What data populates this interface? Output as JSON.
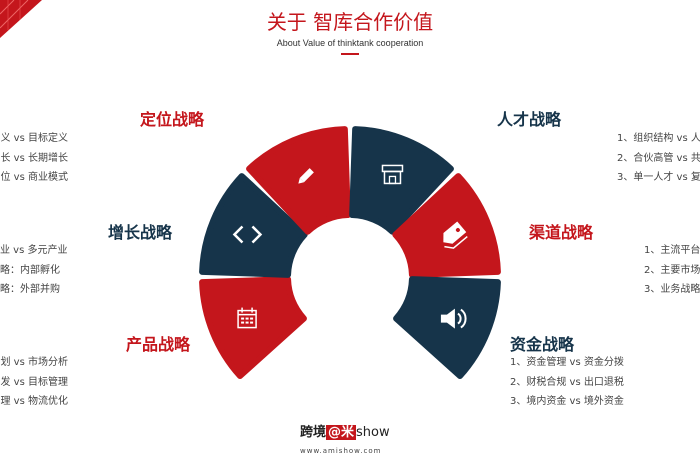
{
  "header": {
    "title": "关于 智库合作价值",
    "subtitle": "About Value of thinktank cooperation"
  },
  "colors": {
    "red": "#c4161c",
    "dark": "#16344a"
  },
  "segments": [
    {
      "name": "product",
      "icon": "calendar-icon",
      "color": "red"
    },
    {
      "name": "growth",
      "icon": "code-icon",
      "color": "dark"
    },
    {
      "name": "positioning",
      "icon": "pencil-icon",
      "color": "red"
    },
    {
      "name": "talent",
      "icon": "store-icon",
      "color": "dark"
    },
    {
      "name": "channel",
      "icon": "tag-icon",
      "color": "red"
    },
    {
      "name": "capital",
      "icon": "speaker-icon",
      "color": "dark"
    }
  ],
  "sections": {
    "positioning": {
      "label": "定位战略",
      "items": [
        "义 vs 目标定义",
        "长 vs 长期增长",
        "位 vs 商业模式"
      ]
    },
    "growth": {
      "label": "增长战略",
      "items": [
        "业 vs  多元产业",
        "略：内部孵化",
        "略：外部并购"
      ]
    },
    "product": {
      "label": "产品战略",
      "items": [
        "划 vs 市场分析",
        "发 vs 目标管理",
        "理 vs 物流优化"
      ]
    },
    "talent": {
      "label": "人才战略",
      "items": [
        "1、组织结构 vs 人",
        "2、合伙高管 vs 共",
        "3、单一人才 vs 复"
      ]
    },
    "channel": {
      "label": "渠道战略",
      "items": [
        "1、主流平台",
        "2、主要市场",
        "3、业务战略"
      ]
    },
    "capital": {
      "label": "资金战略",
      "items": [
        "1、资金管理  vs 资金分拨",
        "2、财税合规  vs 出口退税",
        "3、境内资金  vs  境外资金"
      ]
    }
  },
  "logo": {
    "part1": "跨境",
    "part2": "@米",
    "part3": "show",
    "url": "www.amishow.com"
  }
}
